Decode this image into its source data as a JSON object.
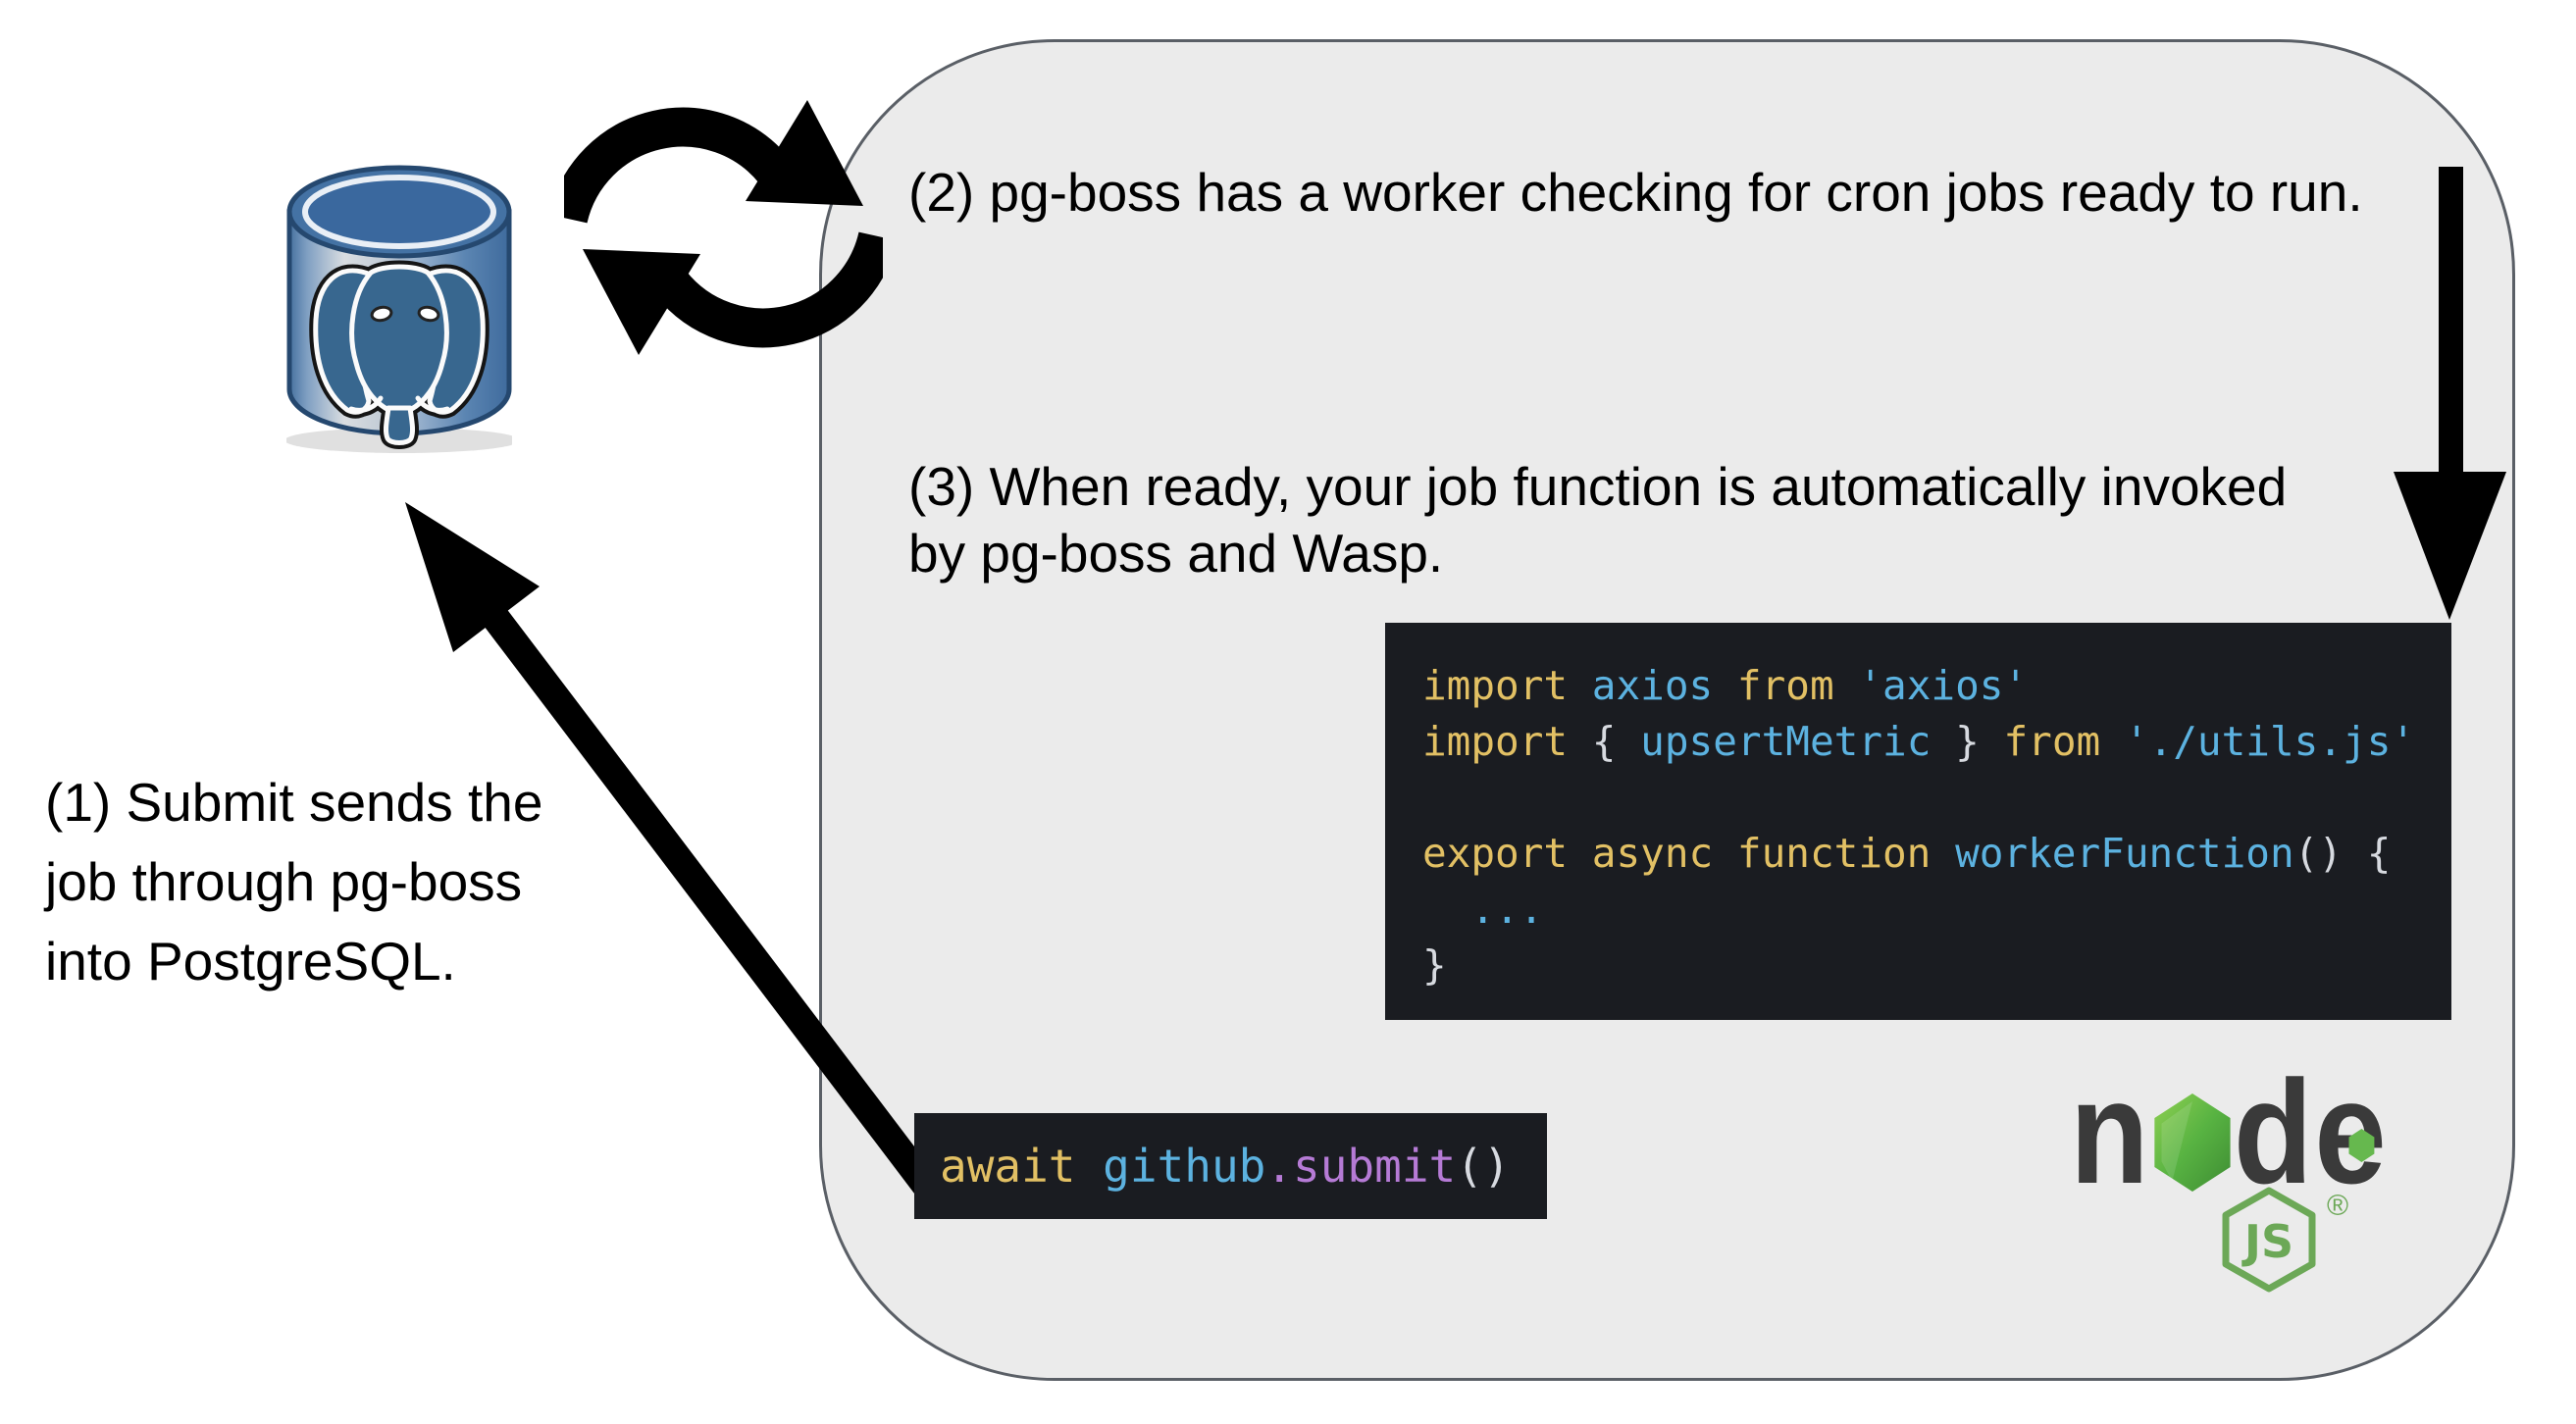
{
  "labels": {
    "step1_line1": "(1) Submit sends the",
    "step1_line2": "job through pg-boss",
    "step1_line3": "into PostgreSQL.",
    "step2": "(2) pg-boss has a worker checking for cron jobs ready to run.",
    "step3_line1": "(3) When ready, your job function is automatically invoked",
    "step3_line2": "by pg-boss and Wasp."
  },
  "worker_code": {
    "line1": {
      "k1": "import ",
      "i1": "axios",
      "k2": " from ",
      "s1": "'axios'"
    },
    "line2": {
      "k1": "import ",
      "p1": "{ ",
      "i1": "upsertMetric",
      "p2": " } ",
      "k2": "from ",
      "s1": "'./utils.js'"
    },
    "line3": {
      "k1": "export async function ",
      "i1": "workerFunction",
      "p1": "() {"
    },
    "line4": {
      "i1": "  ..."
    },
    "line5": {
      "p1": "}"
    }
  },
  "submit_code": {
    "k1": "await ",
    "i1": "github",
    "f1": ".submit",
    "p1": "()"
  },
  "node_logo": {
    "n": "n",
    "d": "d",
    "e": "e",
    "js": "JS",
    "reg": "®"
  },
  "icons": {
    "postgres": "postgresql-database-cylinder-elephant",
    "sync": "circular-sync-arrows",
    "arrow_down": "thick-down-arrow",
    "arrow_diag": "thick-diagonal-arrow-to-postgres"
  },
  "colors": {
    "panel_bg": "#ebebeb",
    "panel_border": "#5a5f66",
    "code_bg": "#1a1c21",
    "kw": "#e2c064",
    "ident": "#5cb2e0",
    "str": "#5cb2e0",
    "punct": "#d7dae0",
    "func": "#b67bd6",
    "ink": "#000000",
    "node_dark": "#3a3a3a",
    "node_green": "#6ca857",
    "pg_blue_top": "#4472a4",
    "pg_outline": "#25486f",
    "elephant_blue": "#38678f"
  }
}
